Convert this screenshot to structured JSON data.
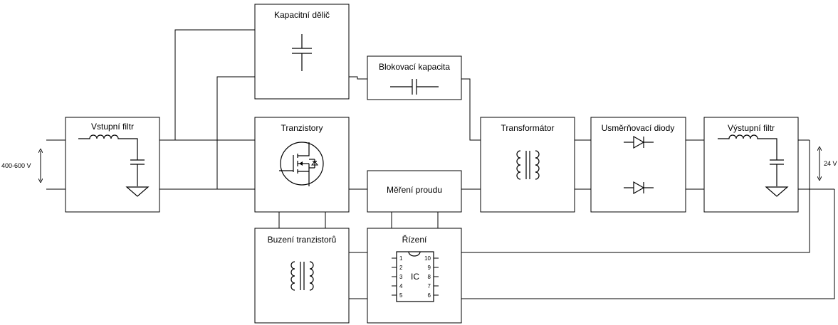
{
  "blocks": {
    "input_filter": "Vstupní filtr",
    "cap_divider": "Kapacitní dělič",
    "blocking_cap": "Blokovací kapacita",
    "transistors": "Tranzistory",
    "current_measure": "Měření proudu",
    "transformer": "Transformátor",
    "rectifier": "Usměrňovací diody",
    "output_filter": "Výstupní filtr",
    "gate_drive": "Buzení tranzistorů",
    "control": "Řízení"
  },
  "ic": {
    "label": "IC",
    "pins_left": [
      "1",
      "2",
      "3",
      "4",
      "5"
    ],
    "pins_right": [
      "10",
      "9",
      "8",
      "7",
      "6"
    ]
  },
  "input_voltage": "400-600 V",
  "output_voltage": "24 V"
}
